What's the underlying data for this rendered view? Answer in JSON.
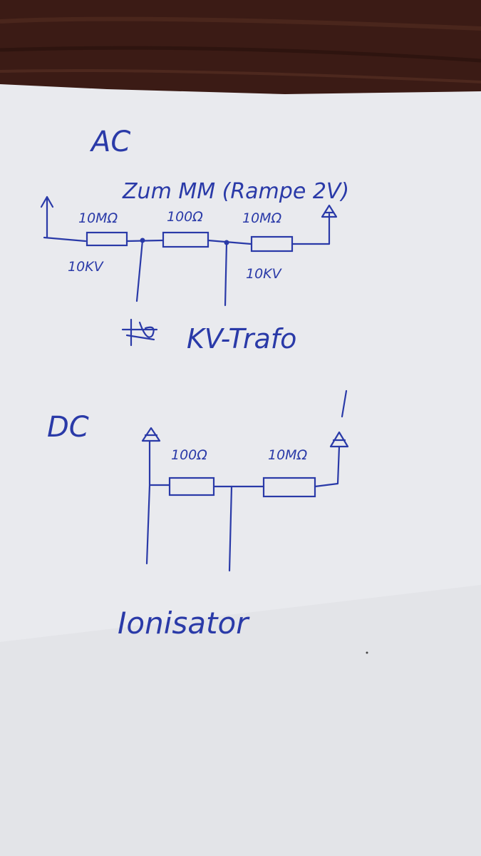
{
  "ac": {
    "heading": "AC",
    "note": "Zum MM (Rampe 2V)",
    "r1": "10MΩ",
    "r2": "100Ω",
    "r3": "10MΩ",
    "v1": "10KV",
    "v2": "10KV",
    "source": "KV-Trafo"
  },
  "dc": {
    "heading": "DC",
    "r1": "100Ω",
    "r2": "10MΩ",
    "source": "Ionisator"
  }
}
